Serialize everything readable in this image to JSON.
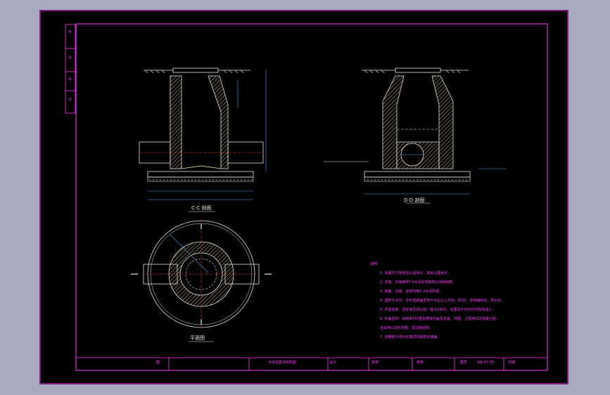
{
  "drawing": {
    "title": "污水检查井结构图",
    "views": {
      "section_c": "C-C 剖面",
      "section_d": "D-D 剖面",
      "plan": "平面图"
    },
    "notes_heading": "说明：",
    "notes": [
      "1. 本图尺寸除管径以毫米计，其余以厘米计。",
      "2. 井墙、井底用M7.5水泥砂浆砌MU10砖砌筑。",
      "3. 抹面、勾缝、坐浆均用1:2水泥砂浆。",
      "4. 遇地下水时，井外壁抹面至地下水位以上500，厚20，井底铺碎石，厚100。",
      "5. 井室高度：自井底至收口段一般为1800，当埋深不允许时可酌情减小。",
      "6. 井盖选材：采用Φ700重型铸铁井盖及支座，井圈、上层用C20混凝土砌，",
      "   当采用C20砼井圈，需加钢丝网。",
      "7. 流槽部分须与井墙同时砌筑并抹面。"
    ],
    "title_block": {
      "col1": "图",
      "name": "污水检查井结构图",
      "design": "设计",
      "check": "复核",
      "review": "审核",
      "drawing_no_label": "图号",
      "drawing_no": "SW-07-05",
      "date_label": "日期"
    },
    "side_block": [
      "专",
      "业",
      "设",
      "计"
    ]
  },
  "colors": {
    "background": "#aaa9c2",
    "viewport": "#000000",
    "frame": "#ff38ff",
    "lines": "#e6e6e6",
    "dimension": "#4aa8ff",
    "hatch": "#ffe98a",
    "center": "#ff3030"
  }
}
